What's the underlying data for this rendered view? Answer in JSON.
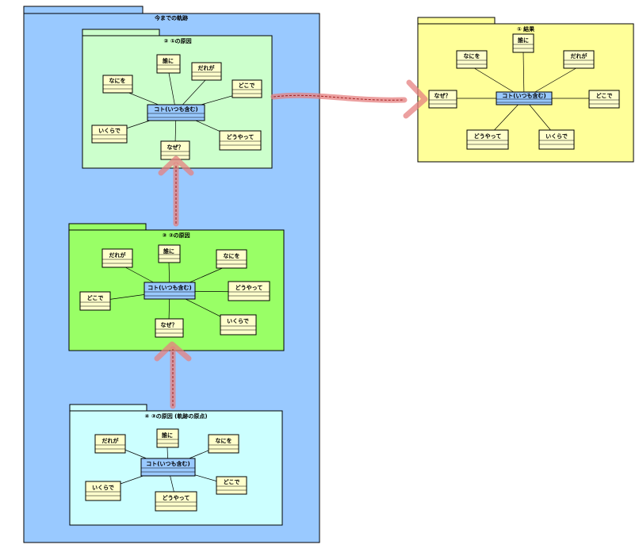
{
  "colors": {
    "outer_fill": "#99c9ff",
    "fill_p1": "#ffff99",
    "fill_p2": "#ccffcc",
    "fill_p3": "#99ff66",
    "fill_p4": "#ccffff",
    "center_fill": "#99c9ff",
    "node_fill": "#ffffcc",
    "arrow": "#e58080"
  },
  "outer": {
    "title": "今までの軌跡"
  },
  "packages": [
    {
      "id": "p1",
      "title": "① 結果",
      "center": "コト(いつも含む)",
      "nodes": [
        "誰に",
        "なにを",
        "だれが",
        "なぜ？",
        "どこで",
        "どうやって",
        "いくらで"
      ]
    },
    {
      "id": "p2",
      "title": "② ①の原因",
      "center": "コト(いつも含む)",
      "nodes": [
        "誰に",
        "だれが",
        "なにを",
        "どこで",
        "いくらで",
        "どうやって",
        "なぜ？"
      ]
    },
    {
      "id": "p3",
      "title": "③ ②の原因",
      "center": "コト(いつも含む)",
      "nodes": [
        "誰に",
        "だれが",
        "なにを",
        "どうやって",
        "どこで",
        "いくらで",
        "なぜ？"
      ]
    },
    {
      "id": "p4",
      "title": "④ ③の原因 (軌跡の原点)",
      "center": "コト(いつも含む)",
      "nodes": [
        "誰に",
        "だれが",
        "なにを",
        "どこで",
        "いくらで",
        "どうやって"
      ]
    }
  ]
}
